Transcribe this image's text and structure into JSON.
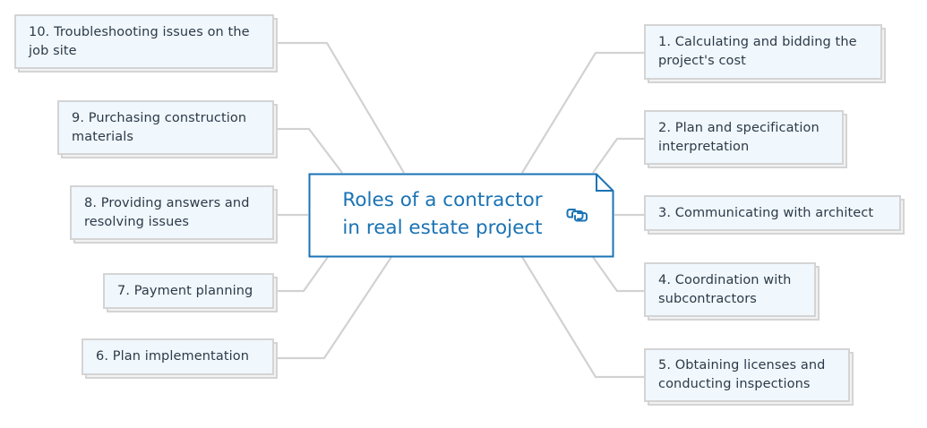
{
  "diagram": {
    "type": "mind-map",
    "colors": {
      "accent": "#1a73b5",
      "node_fill": "#f0f7fd",
      "node_border": "#d4d4d4",
      "connector": "#d2d2d2",
      "node_text": "#2c3a47"
    },
    "central": {
      "title_line1": "Roles of a contractor",
      "title_line2": "in real estate project",
      "icon": "link-icon"
    },
    "branches": [
      {
        "id": 1,
        "side": "right",
        "line1": "1. Calculating and bidding the",
        "line2": "project's cost"
      },
      {
        "id": 2,
        "side": "right",
        "line1": "2. Plan and specification",
        "line2": "interpretation"
      },
      {
        "id": 3,
        "side": "right",
        "line1": "3. Communicating with architect",
        "line2": ""
      },
      {
        "id": 4,
        "side": "right",
        "line1": "4. Coordination with",
        "line2": "subcontractors"
      },
      {
        "id": 5,
        "side": "right",
        "line1": "5. Obtaining licenses and",
        "line2": "conducting inspections"
      },
      {
        "id": 6,
        "side": "left",
        "line1": "6. Plan implementation",
        "line2": ""
      },
      {
        "id": 7,
        "side": "left",
        "line1": "7. Payment planning",
        "line2": ""
      },
      {
        "id": 8,
        "side": "left",
        "line1": "8. Providing answers and",
        "line2": "resolving issues"
      },
      {
        "id": 9,
        "side": "left",
        "line1": "9. Purchasing construction",
        "line2": "materials"
      },
      {
        "id": 10,
        "side": "left",
        "line1": "10. Troubleshooting issues on the",
        "line2": "job site"
      }
    ]
  }
}
